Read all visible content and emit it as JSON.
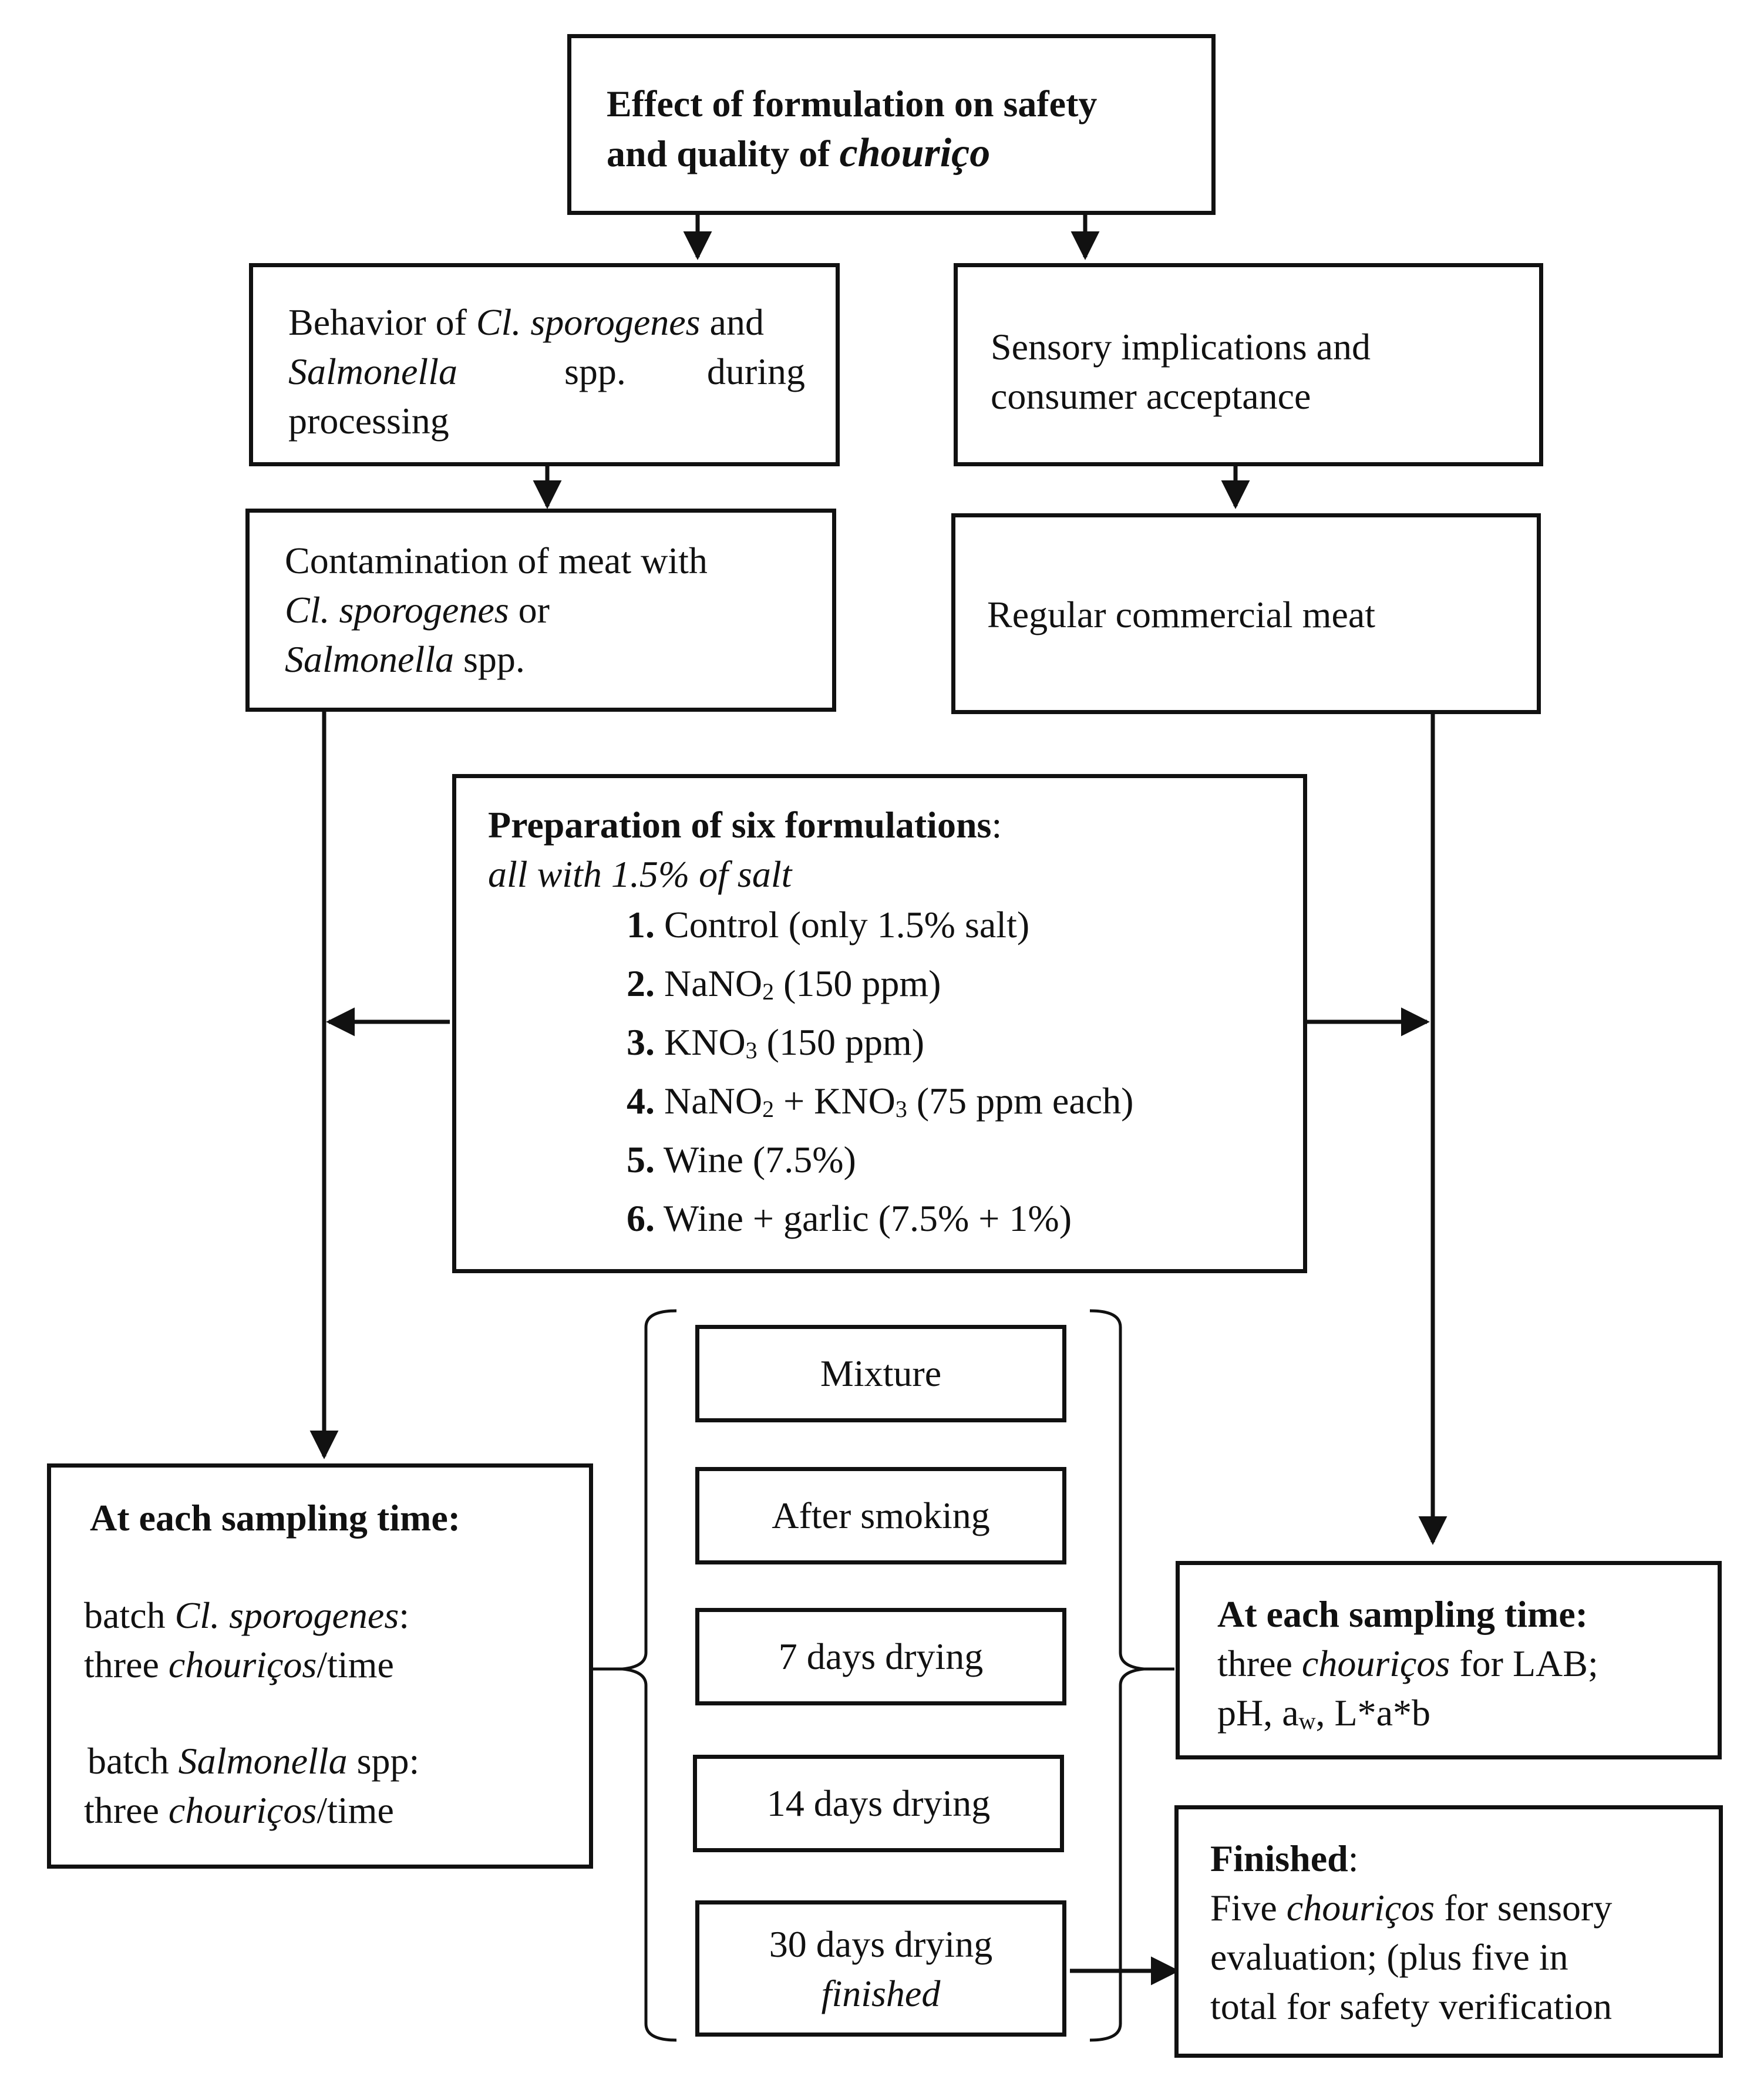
{
  "top": {
    "line1": "Effect of formulation on safety",
    "line2_prefix": "and quality of ",
    "line2_italic": "chouriço"
  },
  "left_branch": {
    "title_l1_a": "Behavior of ",
    "title_l1_i": "Cl. sporogenes",
    "title_l1_b": " and",
    "title_l2_i": "Salmonella",
    "title_l2_b": "spp.",
    "title_l2_c": "during",
    "title_l3": "processing",
    "contam_l1": "Contamination of meat with",
    "contam_l2_i": "Cl. sporogenes",
    "contam_l2_b": " or",
    "contam_l3_i": "Salmonella",
    "contam_l3_b": " spp."
  },
  "right_branch": {
    "title_l1": "Sensory implications and",
    "title_l2": "consumer acceptance",
    "meat": "Regular commercial meat"
  },
  "formulations": {
    "title": "Preparation of six formulations",
    "title_colon": ":",
    "subtitle": "all with 1.5% of salt",
    "items": [
      {
        "num": "1.",
        "a": "Control (only 1.5% salt)"
      },
      {
        "num": "2.",
        "a": "NaNO",
        "s": "2",
        "b": " (150 ppm)"
      },
      {
        "num": "3.",
        "a": "KNO",
        "s": "3",
        "b": " (150 ppm)"
      },
      {
        "num": "4.",
        "a": "NaNO",
        "s": "2",
        "b": " + KNO",
        "s2": "3",
        "c": " (75 ppm each)"
      },
      {
        "num": "5.",
        "a": "Wine (7.5%)"
      },
      {
        "num": "6.",
        "a": "Wine + garlic (7.5% + 1%)"
      }
    ]
  },
  "stages": {
    "s1": "Mixture",
    "s2": "After smoking",
    "s3": "7 days drying",
    "s4": "14 days drying",
    "s5_l1": "30 days drying",
    "s5_l2": "finished"
  },
  "left_sampling": {
    "title": "At each sampling time:",
    "b1_l1_a": "batch ",
    "b1_l1_i": "Cl. sporogenes",
    "b1_l1_b": ":",
    "b1_l2_a": "three ",
    "b1_l2_i": "chouriços",
    "b1_l2_b": "/time",
    "b2_l1_a": "batch ",
    "b2_l1_i": "Salmonella",
    "b2_l1_b": " spp:",
    "b2_l2_a": "three ",
    "b2_l2_i": "chouriços",
    "b2_l2_b": "/time"
  },
  "right_sampling": {
    "title": "At each sampling time:",
    "l1_a": "three ",
    "l1_i": "chouriços",
    "l1_b": " for LAB;",
    "l2_a": "pH, a",
    "l2_s": "w",
    "l2_b": ", L*a*b"
  },
  "finished": {
    "title": "Finished",
    "colon": ":",
    "l1_a": "Five ",
    "l1_i": "chouriços",
    "l1_b": " for sensory",
    "l2": "evaluation; (plus five in",
    "l3": "total for safety verification"
  }
}
